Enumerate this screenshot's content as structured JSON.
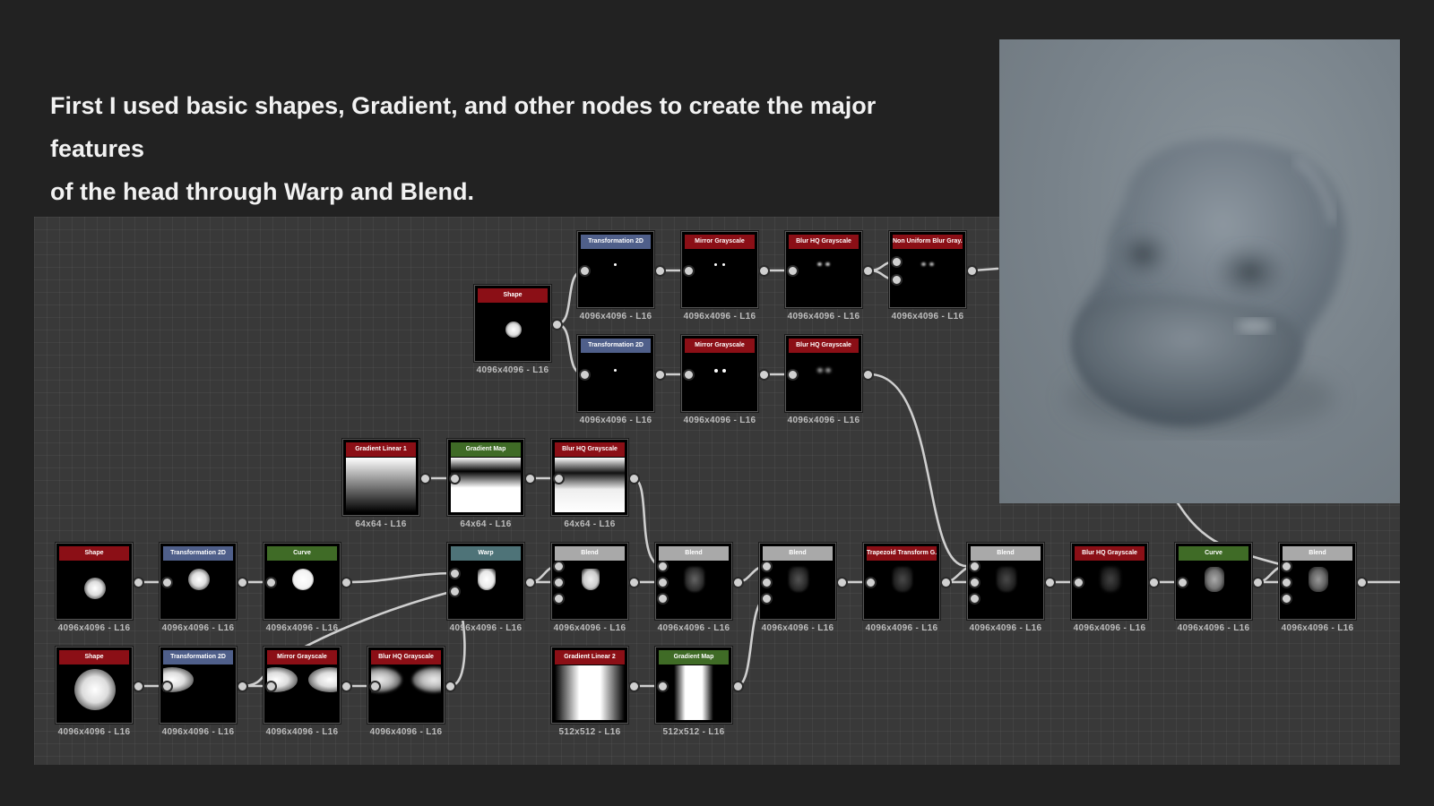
{
  "caption": {
    "line1": "First I used basic shapes, Gradient, and other nodes to create the major features",
    "line2": "of the head through Warp and Blend."
  },
  "colors": {
    "background": "#222222",
    "canvas": "#393939",
    "header_red": "#8b0f16",
    "header_blue": "#4f5f8a",
    "header_green": "#3f6b26",
    "header_teal": "#4e7378",
    "header_gray": "#a9a9a9",
    "wire": "#cfcfcf",
    "render_background": "#7a848b"
  },
  "nodes": {
    "shape_top": {
      "title": "Shape",
      "res": "4096x4096 - L16",
      "color": "red"
    },
    "transform_top_a": {
      "title": "Transformation 2D",
      "res": "4096x4096 - L16",
      "color": "blue"
    },
    "mirror_top_a": {
      "title": "Mirror Grayscale",
      "res": "4096x4096 - L16",
      "color": "red"
    },
    "blur_top_a": {
      "title": "Blur HQ Grayscale",
      "res": "4096x4096 - L16",
      "color": "red"
    },
    "nonuniform_blur": {
      "title": "Non Uniform Blur Gray...",
      "res": "4096x4096 - L16",
      "color": "red"
    },
    "transform_top_b": {
      "title": "Transformation 2D",
      "res": "4096x4096 - L16",
      "color": "blue"
    },
    "mirror_top_b": {
      "title": "Mirror Grayscale",
      "res": "4096x4096 - L16",
      "color": "red"
    },
    "blur_top_b": {
      "title": "Blur HQ Grayscale",
      "res": "4096x4096 - L16",
      "color": "red"
    },
    "gradient_linear_1": {
      "title": "Gradient Linear 1",
      "res": "64x64 - L16",
      "color": "red"
    },
    "gradient_map_mid": {
      "title": "Gradient Map",
      "res": "64x64 - L16",
      "color": "green"
    },
    "blur_mid": {
      "title": "Blur HQ Grayscale",
      "res": "64x64 - L16",
      "color": "red"
    },
    "shape_main": {
      "title": "Shape",
      "res": "4096x4096 - L16",
      "color": "red"
    },
    "transform_main": {
      "title": "Transformation 2D",
      "res": "4096x4096 - L16",
      "color": "blue"
    },
    "curve_main": {
      "title": "Curve",
      "res": "4096x4096 - L16",
      "color": "green"
    },
    "warp": {
      "title": "Warp",
      "res": "4096x4096 - L16",
      "color": "teal"
    },
    "blend_1": {
      "title": "Blend",
      "res": "4096x4096 - L16",
      "color": "gray"
    },
    "blend_2": {
      "title": "Blend",
      "res": "4096x4096 - L16",
      "color": "gray"
    },
    "blend_3": {
      "title": "Blend",
      "res": "4096x4096 - L16",
      "color": "gray"
    },
    "trapezoid": {
      "title": "Trapezoid Transform G...",
      "res": "4096x4096 - L16",
      "color": "red"
    },
    "blend_4": {
      "title": "Blend",
      "res": "4096x4096 - L16",
      "color": "gray"
    },
    "blur_main": {
      "title": "Blur HQ Grayscale",
      "res": "4096x4096 - L16",
      "color": "red"
    },
    "curve_end": {
      "title": "Curve",
      "res": "4096x4096 - L16",
      "color": "green"
    },
    "blend_end": {
      "title": "Blend",
      "res": "4096x4096 - L16",
      "color": "gray"
    },
    "shape_bottom": {
      "title": "Shape",
      "res": "4096x4096 - L16",
      "color": "red"
    },
    "transform_bottom": {
      "title": "Transformation 2D",
      "res": "4096x4096 - L16",
      "color": "blue"
    },
    "mirror_bottom": {
      "title": "Mirror Grayscale",
      "res": "4096x4096 - L16",
      "color": "red"
    },
    "blur_bottom": {
      "title": "Blur HQ Grayscale",
      "res": "4096x4096 - L16",
      "color": "red"
    },
    "gradient_linear_2": {
      "title": "Gradient Linear 2",
      "res": "512x512 - L16",
      "color": "red"
    },
    "gradient_map_bottom": {
      "title": "Gradient Map",
      "res": "512x512 - L16",
      "color": "green"
    }
  }
}
